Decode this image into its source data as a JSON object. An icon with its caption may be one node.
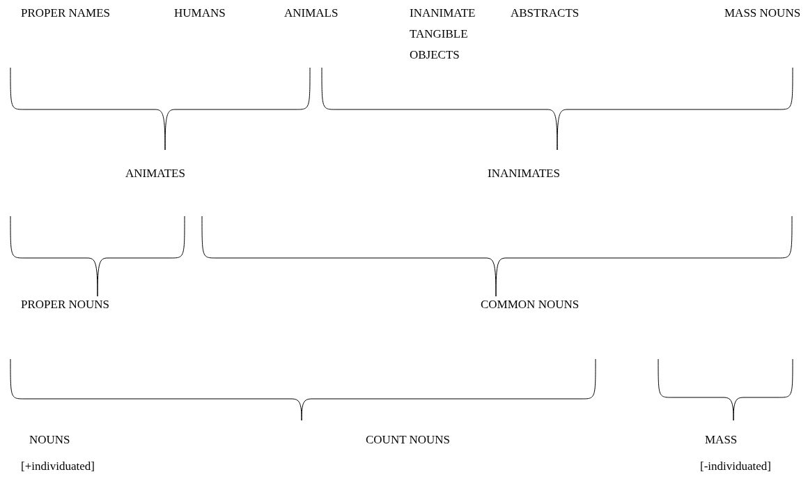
{
  "diagram": {
    "labels": [
      "PROPER NAMES",
      "HUMANS",
      "ANIMALS",
      "INANIMATE TANGIBLE OBJECTS",
      "ABSTRACTS",
      "MASS NOUNS",
      "ANIMATES",
      "INANIMATES",
      "PROPER NOUNS",
      "COMMON NOUNS",
      "NOUNS",
      "COUNT NOUNS",
      "MASS",
      "[+individuated]",
      "[-individuated]"
    ]
  }
}
